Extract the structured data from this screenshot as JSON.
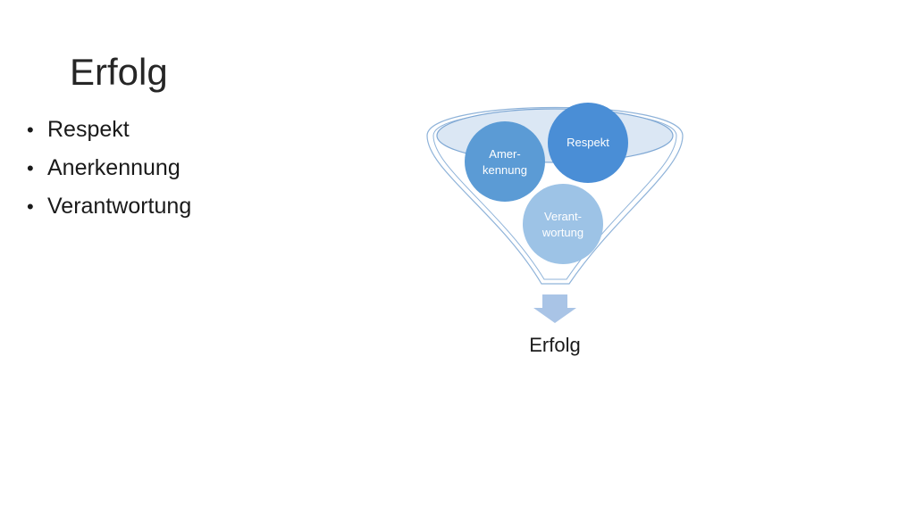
{
  "slide": {
    "title": "Erfolg",
    "bullets": [
      {
        "dot": "•",
        "text": "Respekt"
      },
      {
        "dot": "•",
        "text": "Anerkennung"
      },
      {
        "dot": "•",
        "text": "Verantwortung"
      }
    ]
  },
  "funnel": {
    "inputs": [
      {
        "line1": "Amer-",
        "line2": "kennung",
        "color": "#5b9bd5"
      },
      {
        "line1": "Respekt",
        "line2": "",
        "color": "#4a8ed6"
      },
      {
        "line1": "Verant-",
        "line2": "wortung",
        "color": "#9dc3e6"
      }
    ],
    "output": "Erfolg",
    "colors": {
      "funnel_stroke": "#8fb3d9",
      "rim_fill": "#dbe7f4",
      "arrow": "#a9c4e6"
    }
  }
}
